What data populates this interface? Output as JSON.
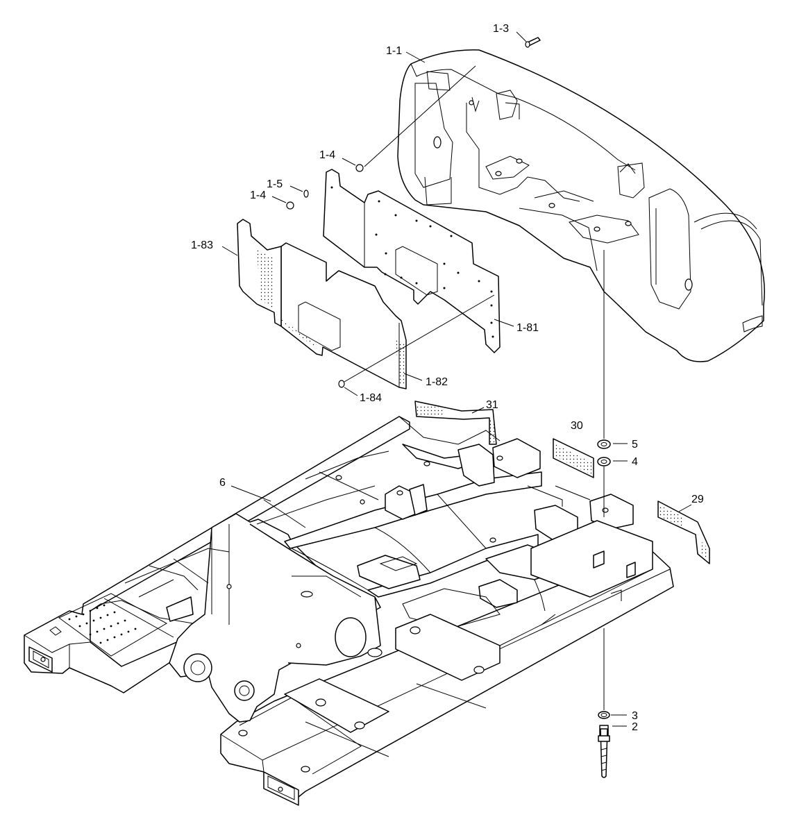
{
  "callouts": {
    "c_1_3": "1-3",
    "c_1_1": "1-1",
    "c_1_4a": "1-4",
    "c_1_5": "1-5",
    "c_1_4b": "1-4",
    "c_1_83": "1-83",
    "c_1_81": "1-81",
    "c_1_82": "1-82",
    "c_1_84": "1-84",
    "c_31": "31",
    "c_30": "30",
    "c_5": "5",
    "c_4": "4",
    "c_6": "6",
    "c_29": "29",
    "c_3": "3",
    "c_2": "2"
  },
  "colors": {
    "line": "#000000",
    "background": "#ffffff"
  }
}
